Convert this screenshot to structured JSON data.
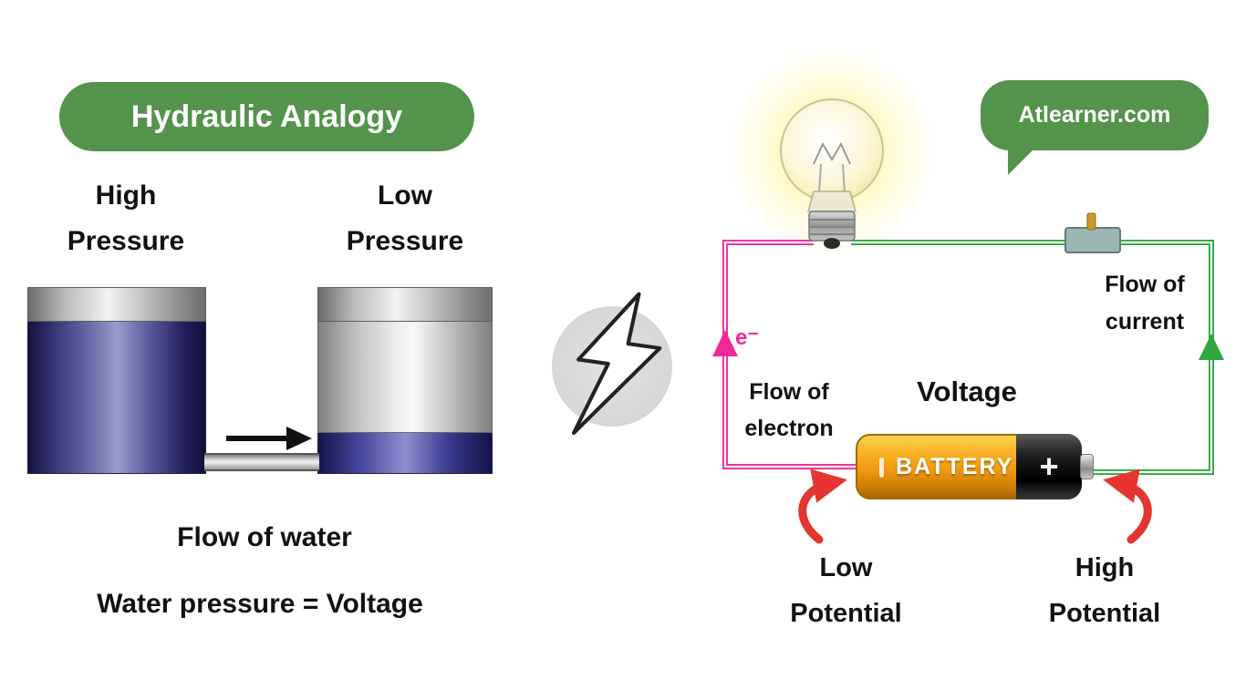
{
  "title_badge": "Hydraulic Analogy",
  "brand_badge": "Atlearner.com",
  "hydraulic": {
    "high_pressure": [
      "High",
      "Pressure"
    ],
    "low_pressure": [
      "Low",
      "Pressure"
    ],
    "flow_of_water": "Flow of water",
    "equation": "Water pressure = Voltage"
  },
  "circuit": {
    "flow_of_current": [
      "Flow of",
      "current"
    ],
    "electron_symbol": "e⁻",
    "flow_of_electron": [
      "Flow of",
      "electron"
    ],
    "voltage_label": "Voltage",
    "battery_text": "BATTERY",
    "battery_plus": "+",
    "low_potential": [
      "Low",
      "Potential"
    ],
    "high_potential": [
      "High",
      "Potential"
    ]
  },
  "icons": {
    "lightning": "lightning-bolt-icon",
    "bulb": "light-bulb-icon",
    "switch": "switch-icon",
    "battery": "battery-icon",
    "water_flow": "right-arrow-icon",
    "electron_flow": "up-arrow-icon",
    "current_flow": "up-arrow-icon",
    "potential_pointers": "curved-red-arrow-icon"
  },
  "colors": {
    "badge_green": "#54934b",
    "wire_pink": "#ee2a98",
    "wire_green": "#2ea83c",
    "battery_orange": "#f2a11e",
    "arrow_red": "#e63430",
    "water_blue": "#31306e",
    "text": "#111111"
  }
}
